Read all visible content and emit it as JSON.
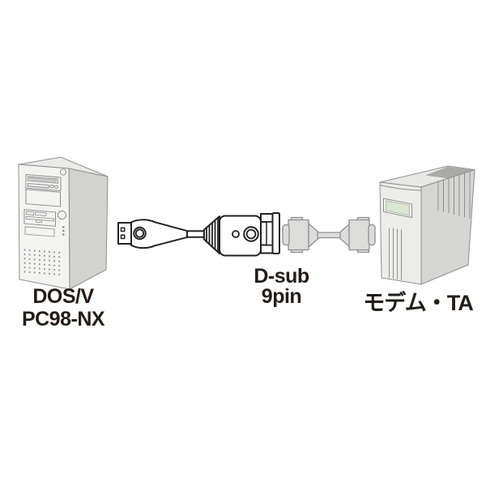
{
  "page": {
    "background": "#ffffff"
  },
  "diagram": {
    "pc": {
      "label_line1": "DOS/V",
      "label_line2": "PC98-NX",
      "parts": [
        "tower-case",
        "cd-drive",
        "drive-bay-cover",
        "floppy-drive",
        "power-button",
        "reset-button",
        "led-indicators",
        "vent-holes"
      ]
    },
    "adapter": {
      "label_line1": "D-sub",
      "label_line2": "9pin",
      "parts": [
        "usb-a-plug",
        "molded-grip",
        "cable",
        "strain-relief",
        "converter-body",
        "indicator-dot",
        "thumbscrew",
        "d-sub-9pin-plug"
      ]
    },
    "serial_cable": {
      "parts": [
        "d-sub-connector-left",
        "cable",
        "d-sub-connector-right"
      ]
    },
    "modem": {
      "label": "モデム・TA",
      "parts": [
        "case",
        "lcd-display",
        "front-vent-slits",
        "side-vent-slits"
      ]
    },
    "colors": {
      "text": "#231c18",
      "outline_gray": "#8f8f8f",
      "adapter_outline": "#222222",
      "pc_front": "#f3f3f1",
      "pc_side": "#d2d2d0",
      "pc_top": "#eaeae8",
      "modem_front": "#ececea",
      "modem_side": "#d5d5d3",
      "modem_top": "#e8e8e6",
      "modem_top_band": "#aaaaa8",
      "cable_gray": "#dcdcda",
      "lcd_green": "#d9e8d1",
      "white": "#ffffff"
    }
  }
}
